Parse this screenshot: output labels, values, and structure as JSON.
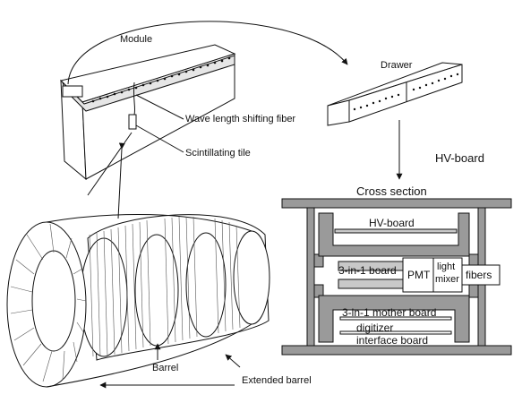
{
  "labels": {
    "module": "Module",
    "wls_fiber": "Wave length shifting fiber",
    "scint_tile": "Scintillating tile",
    "drawer": "Drawer",
    "hv_board_title": "HV-board",
    "cross_section": "Cross section",
    "hv_board_inner": "HV-board",
    "three_in_one_board": "3-in-1 board",
    "pmt": "PMT",
    "light_mixer_line1": "light",
    "light_mixer_line2": "mixer",
    "fibers": "fibers",
    "mother_board": "3-in-1 mother board",
    "digitizer": "digitizer",
    "interface_board": "interface board",
    "barrel": "Barrel",
    "extended_barrel": "Extended barrel"
  },
  "colors": {
    "line": "#111111",
    "grey_fill": "#9a9a9a",
    "light_grey": "#c8c8c8",
    "white": "#ffffff"
  }
}
